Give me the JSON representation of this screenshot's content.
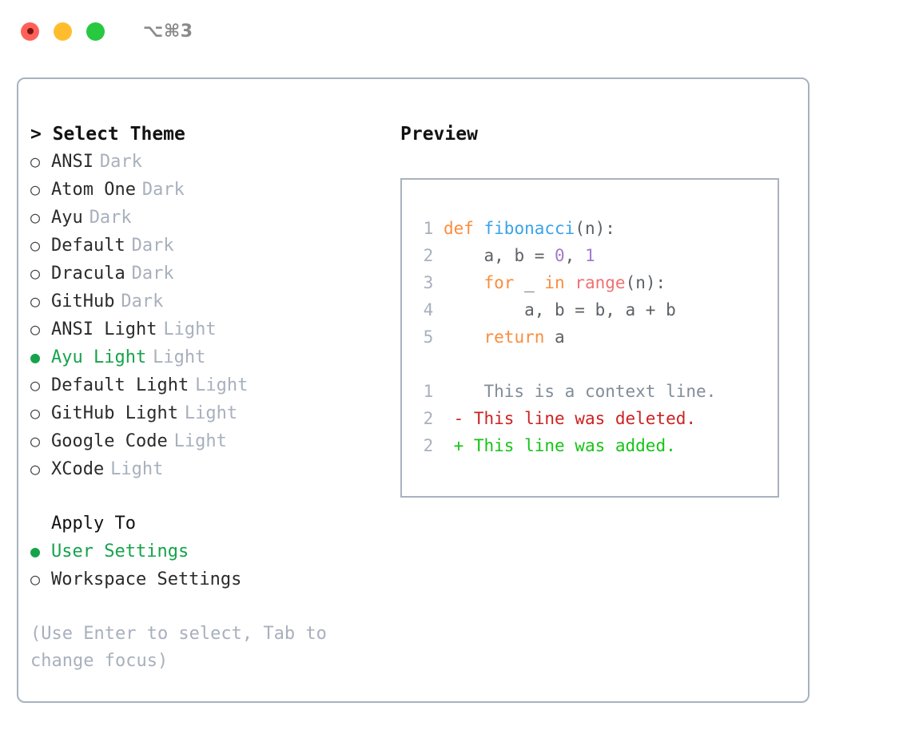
{
  "titlebar": {
    "shortcut": "⌥⌘3",
    "buttons": [
      {
        "name": "close",
        "color": "#ff6159"
      },
      {
        "name": "minimize",
        "color": "#ffbd2e"
      },
      {
        "name": "maximize",
        "color": "#28c840"
      }
    ]
  },
  "theme_picker": {
    "heading": "> Select Theme",
    "marker_unselected": "○",
    "marker_selected": "●",
    "items": [
      {
        "label": "ANSI",
        "variant": "Dark",
        "selected": false
      },
      {
        "label": "Atom One",
        "variant": "Dark",
        "selected": false
      },
      {
        "label": "Ayu",
        "variant": "Dark",
        "selected": false
      },
      {
        "label": "Default",
        "variant": "Dark",
        "selected": false
      },
      {
        "label": "Dracula",
        "variant": "Dark",
        "selected": false
      },
      {
        "label": "GitHub",
        "variant": "Dark",
        "selected": false
      },
      {
        "label": "ANSI Light",
        "variant": "Light",
        "selected": false
      },
      {
        "label": "Ayu Light",
        "variant": "Light",
        "selected": true
      },
      {
        "label": "Default Light",
        "variant": "Light",
        "selected": false
      },
      {
        "label": "GitHub Light",
        "variant": "Light",
        "selected": false
      },
      {
        "label": "Google Code",
        "variant": "Light",
        "selected": false
      },
      {
        "label": "XCode",
        "variant": "Light",
        "selected": false
      }
    ]
  },
  "apply_to": {
    "heading": "Apply To",
    "items": [
      {
        "label": "User Settings",
        "selected": true
      },
      {
        "label": "Workspace Settings",
        "selected": false
      }
    ]
  },
  "hint": "(Use Enter to select, Tab to change focus)",
  "preview": {
    "title": "Preview",
    "code_lines": [
      {
        "num": "1",
        "tokens": [
          {
            "text": "def ",
            "kind": "kw"
          },
          {
            "text": "fibonacci",
            "kind": "fn"
          },
          {
            "text": "(n):",
            "kind": "pl"
          }
        ]
      },
      {
        "num": "2",
        "tokens": [
          {
            "text": "    a, b = ",
            "kind": "pl"
          },
          {
            "text": "0",
            "kind": "num"
          },
          {
            "text": ", ",
            "kind": "pl"
          },
          {
            "text": "1",
            "kind": "num"
          }
        ]
      },
      {
        "num": "3",
        "tokens": [
          {
            "text": "    ",
            "kind": "pl"
          },
          {
            "text": "for",
            "kind": "kw"
          },
          {
            "text": " _ ",
            "kind": "pl"
          },
          {
            "text": "in",
            "kind": "kw"
          },
          {
            "text": " ",
            "kind": "pl"
          },
          {
            "text": "range",
            "kind": "bi"
          },
          {
            "text": "(n):",
            "kind": "pl"
          }
        ]
      },
      {
        "num": "4",
        "tokens": [
          {
            "text": "        a, b = b, a + b",
            "kind": "pl"
          }
        ]
      },
      {
        "num": "5",
        "tokens": [
          {
            "text": "    ",
            "kind": "pl"
          },
          {
            "text": "return",
            "kind": "kw"
          },
          {
            "text": " a",
            "kind": "pl"
          }
        ]
      }
    ],
    "diff_lines": [
      {
        "num": "1",
        "sign": " ",
        "text": "  This is a context line.",
        "kind": "ctx"
      },
      {
        "num": "2",
        "sign": "-",
        "text": " This line was deleted.",
        "kind": "del"
      },
      {
        "num": "2",
        "sign": "+",
        "text": " This line was added.",
        "kind": "add"
      }
    ]
  },
  "colors": {
    "accent_green": "#16a34a",
    "muted": "#a8b0bd",
    "border": "#a9b2be",
    "keyword": "#fa8d3e",
    "function": "#3aa3e8",
    "number": "#a37acc",
    "builtin": "#f07171",
    "plain": "#5c6166",
    "diff_add": "#16c316",
    "diff_del": "#cc2222",
    "diff_ctx": "#828c99"
  }
}
